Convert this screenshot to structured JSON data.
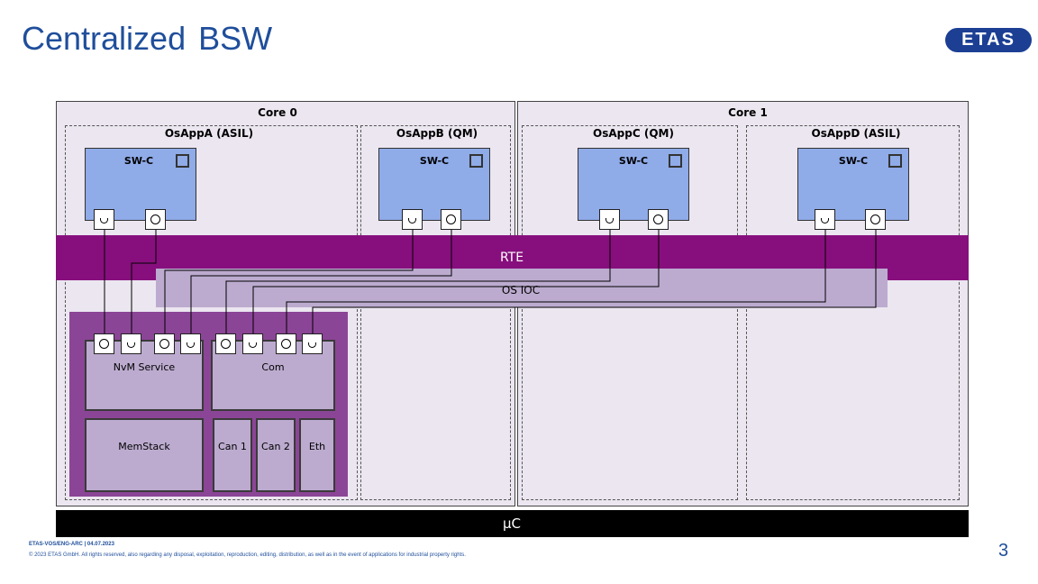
{
  "slide": {
    "title": "Centralized BSW",
    "logo_text": "ETAS",
    "page_number": "3",
    "footer_line1": "ETAS-VOS/ENG-ARC  | 04.07.2023",
    "footer_line2": "© 2023  ETAS  GmbH.  All  rights  reserved,  also  regarding  any  disposal,  exploitation,  reproduction,  editing,  distribution,  as  well  as  in  the  event  of  applications   for  industrial  property  rights."
  },
  "cores": [
    {
      "label": "Core 0"
    },
    {
      "label": "Core 1"
    }
  ],
  "os_apps": [
    {
      "label": "OsAppA (ASIL)",
      "swc_label": "SW-C"
    },
    {
      "label": "OsAppB (QM)",
      "swc_label": "SW-C"
    },
    {
      "label": "OsAppC (QM)",
      "swc_label": "SW-C"
    },
    {
      "label": "OsAppD (ASIL)",
      "swc_label": "SW-C"
    }
  ],
  "rte_label": "RTE",
  "ioc_label": "OS IOC",
  "bsw_modules": {
    "nvm": "NvM Service",
    "com": "Com",
    "memstack": "MemStack",
    "can1": "Can 1",
    "can2": "Can 2",
    "eth": "Eth"
  },
  "uc_label": "µC",
  "colors": {
    "title_blue": "#1f4e9b",
    "core_bg": "#ebe6f0",
    "swc_blue": "#8fabe8",
    "rte_purple": "#870f7d",
    "ioc_lilac": "#bcabcf",
    "bsw_purple": "#8b4596",
    "uc_black": "#000000"
  }
}
